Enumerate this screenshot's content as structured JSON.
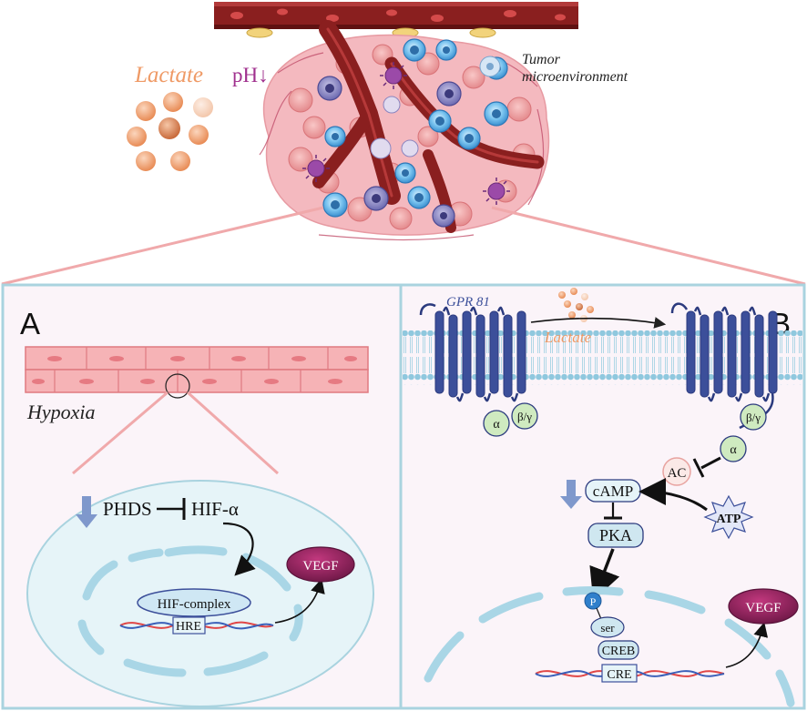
{
  "top": {
    "lactate_label": "Lactate",
    "ph_label": "pH↓",
    "tumor_label_line1": "Tumor",
    "tumor_label_line2": "microenvironment"
  },
  "panel_a": {
    "letter": "A",
    "hypoxia_label": "Hypoxia",
    "phds_label": "PHDS",
    "hif_alpha_label": "HIF-α",
    "hif_complex_label": "HIF-complex",
    "hre_label": "HRE",
    "vegf_label": "VEGF"
  },
  "panel_b": {
    "letter": "B",
    "receptor_label": "GPR 81",
    "lactate_label": "Lactate",
    "alpha_label": "α",
    "beta_gamma_label": "β/γ",
    "ac_label": "AC",
    "camp_label": "cAMP",
    "atp_label": "ATP",
    "pka_label": "PKA",
    "p_label": "P",
    "ser_label": "ser",
    "creb_label": "CREB",
    "cre_label": "CRE",
    "vegf_label": "VEGF"
  },
  "colors": {
    "panel_border": "#a9d3df",
    "panel_bg": "#fbf4f9",
    "vessel": "#8a1f1f",
    "lactate_text": "#ef9a66",
    "ph_text": "#a0308e",
    "vegf_fill": "#8e1f5d",
    "receptor": "#3c4f9a",
    "membrane": "#b7dde9",
    "down_arrow": "#7f98cc"
  },
  "icons": [
    "down-arrow-icon",
    "inhibition-icon",
    "arrow-icon",
    "dna-icon",
    "starburst-icon"
  ]
}
